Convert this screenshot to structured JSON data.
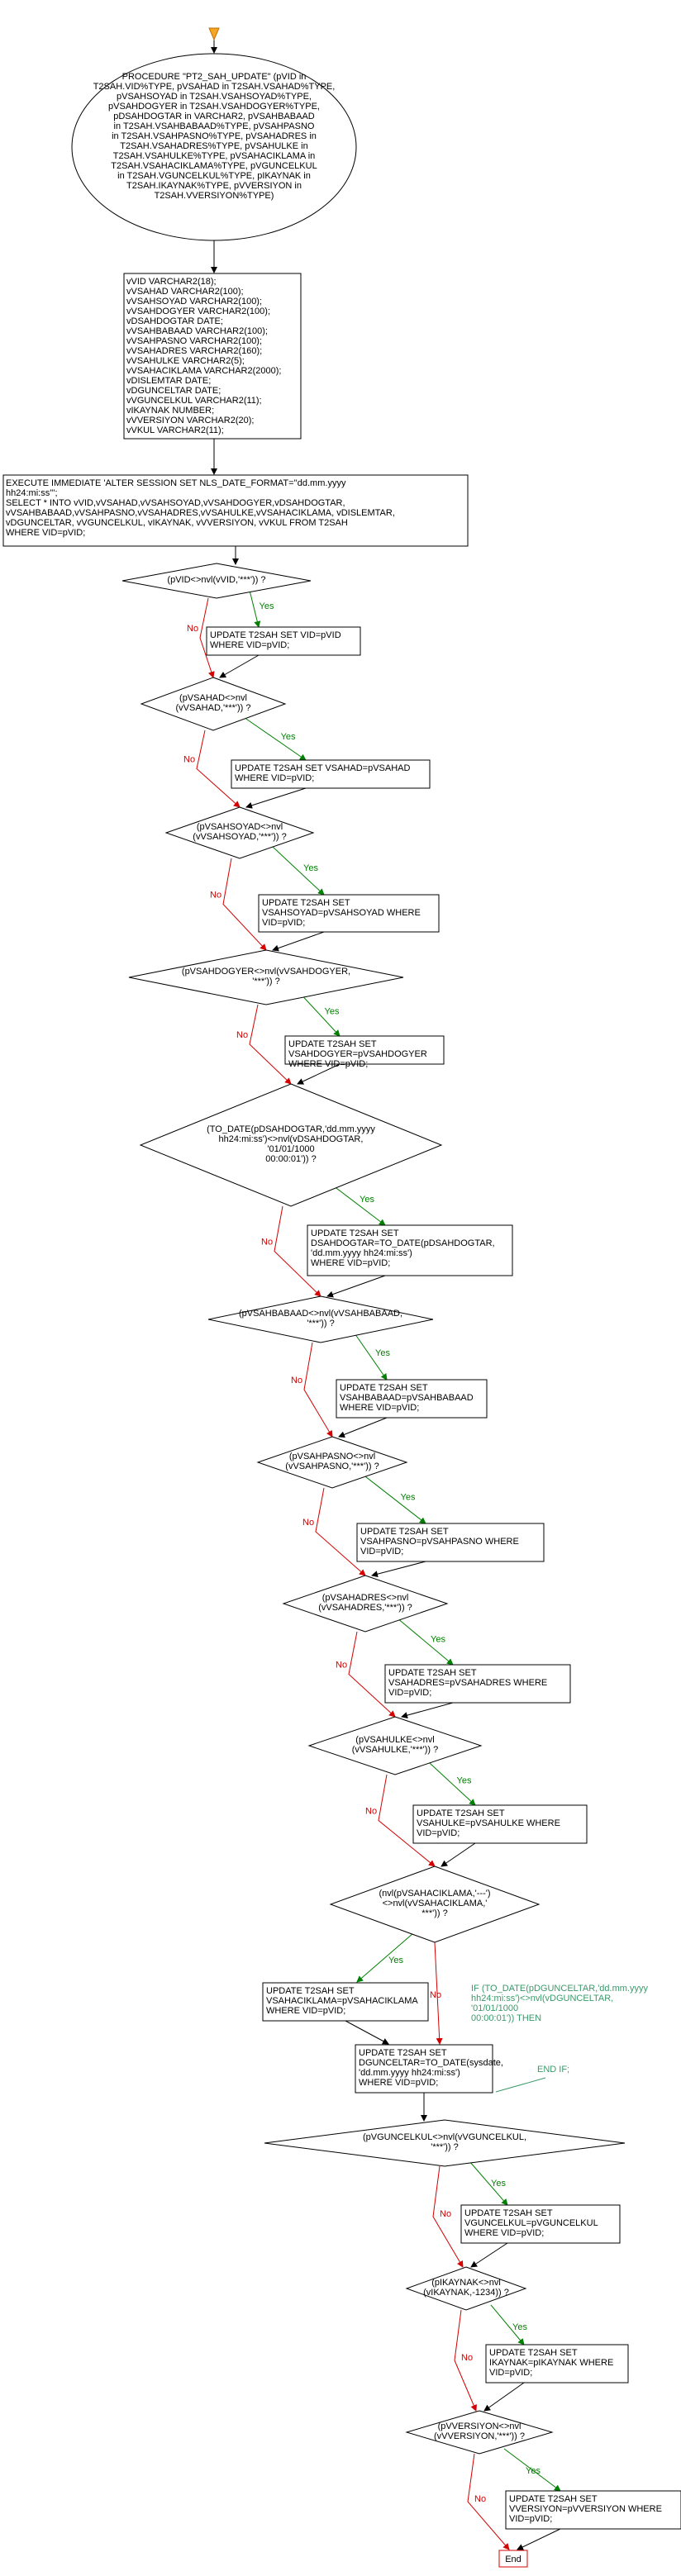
{
  "start": {
    "fill": "#f5a623"
  },
  "colors": {
    "yes": "#008000",
    "no": "#d40000",
    "note": "#3a9a6a",
    "end": "#d40000"
  },
  "labels": {
    "yes": "Yes",
    "no": "No"
  },
  "procedure": [
    "PROCEDURE  \"PT2_SAH_UPDATE\" (pVID in",
    "T2SAH.VID%TYPE, pVSAHAD in T2SAH.VSAHAD%TYPE,",
    "pVSAHSOYAD in T2SAH.VSAHSOYAD%TYPE,",
    "pVSAHDOGYER in T2SAH.VSAHDOGYER%TYPE,",
    "pDSAHDOGTAR in VARCHAR2, pVSAHBABAAD",
    "in T2SAH.VSAHBABAAD%TYPE, pVSAHPASNO",
    "in T2SAH.VSAHPASNO%TYPE, pVSAHADRES in",
    "T2SAH.VSAHADRES%TYPE, pVSAHULKE in",
    "T2SAH.VSAHULKE%TYPE, pVSAHACIKLAMA in",
    "T2SAH.VSAHACIKLAMA%TYPE, pVGUNCELKUL",
    "in T2SAH.VGUNCELKUL%TYPE, pIKAYNAK in",
    "T2SAH.IKAYNAK%TYPE, pVVERSIYON in",
    "T2SAH.VVERSIYON%TYPE)"
  ],
  "declarations": [
    "vVID  VARCHAR2(18);",
    "vVSAHAD  VARCHAR2(100);",
    "vVSAHSOYAD  VARCHAR2(100);",
    "vVSAHDOGYER  VARCHAR2(100);",
    "vDSAHDOGTAR  DATE;",
    "vVSAHBABAAD  VARCHAR2(100);",
    "vVSAHPASNO  VARCHAR2(100);",
    "vVSAHADRES  VARCHAR2(160);",
    "vVSAHULKE  VARCHAR2(5);",
    "vVSAHACIKLAMA VARCHAR2(2000);",
    "vDISLEMTAR DATE;",
    "vDGUNCELTAR DATE;",
    "vVGUNCELKUL VARCHAR2(11);",
    "vIKAYNAK NUMBER;",
    "vVVERSIYON VARCHAR2(20);",
    "vVKUL VARCHAR2(11);"
  ],
  "execute": [
    "EXECUTE IMMEDIATE 'ALTER SESSION SET NLS_DATE_FORMAT=''dd.mm.yyyy",
    "hh24:mi:ss''';",
    "SELECT * INTO vVID,vVSAHAD,vVSAHSOYAD,vVSAHDOGYER,vDSAHDOGTAR,",
    "vVSAHBABAAD,vVSAHPASNO,vVSAHADRES,vVSAHULKE,vVSAHACIKLAMA, vDISLEMTAR,",
    "vDGUNCELTAR, vVGUNCELKUL, vIKAYNAK, vVVERSIYON, vVKUL FROM T2SAH",
    "WHERE VID=pVID;"
  ],
  "decisions": [
    {
      "cond": [
        "(pVID<>nvl(vVID,'***')) ?"
      ],
      "update": [
        "UPDATE T2SAH SET VID=pVID",
        "WHERE VID=pVID;"
      ]
    },
    {
      "cond": [
        "(pVSAHAD<>nvl",
        "(vVSAHAD,'***')) ?"
      ],
      "update": [
        "UPDATE T2SAH SET VSAHAD=pVSAHAD",
        "WHERE VID=pVID;"
      ]
    },
    {
      "cond": [
        "(pVSAHSOYAD<>nvl",
        "(vVSAHSOYAD,'***')) ?"
      ],
      "update": [
        "UPDATE T2SAH SET",
        "VSAHSOYAD=pVSAHSOYAD  WHERE",
        "VID=pVID;"
      ]
    },
    {
      "cond": [
        "(pVSAHDOGYER<>nvl(vVSAHDOGYER,",
        "'***')) ?"
      ],
      "update": [
        "UPDATE T2SAH SET",
        "VSAHDOGYER=pVSAHDOGYER",
        "WHERE VID=pVID;"
      ]
    },
    {
      "cond": [
        "(TO_DATE(pDSAHDOGTAR,'dd.mm.yyyy",
        "hh24:mi:ss')<>nvl(vDSAHDOGTAR,",
        "'01/01/1000",
        "00:00:01')) ?"
      ],
      "update": [
        "UPDATE T2SAH SET",
        "DSAHDOGTAR=TO_DATE(pDSAHDOGTAR,",
        "'dd.mm.yyyy hh24:mi:ss')",
        "WHERE VID=pVID;"
      ]
    },
    {
      "cond": [
        "(pVSAHBABAAD<>nvl(vVSAHBABAAD,",
        "'***')) ?"
      ],
      "update": [
        "UPDATE T2SAH SET",
        "VSAHBABAAD=pVSAHBABAAD",
        "WHERE VID=pVID;"
      ]
    },
    {
      "cond": [
        "(pVSAHPASNO<>nvl",
        "(vVSAHPASNO,'***')) ?"
      ],
      "update": [
        "UPDATE T2SAH SET",
        "VSAHPASNO=pVSAHPASNO  WHERE",
        "VID=pVID;"
      ]
    },
    {
      "cond": [
        "(pVSAHADRES<>nvl",
        "(vVSAHADRES,'***')) ?"
      ],
      "update": [
        "UPDATE T2SAH SET",
        "VSAHADRES=pVSAHADRES  WHERE",
        "VID=pVID;"
      ]
    },
    {
      "cond": [
        "(pVSAHULKE<>nvl",
        "(vVSAHULKE,'***')) ?"
      ],
      "update": [
        "UPDATE T2SAH SET",
        "VSAHULKE=pVSAHULKE  WHERE",
        "VID=pVID;"
      ]
    },
    {
      "cond": [
        "(nvl(pVSAHACIKLAMA,'---')",
        "<>nvl(vVSAHACIKLAMA,'",
        "***')) ?"
      ],
      "update": [
        "UPDATE T2SAH SET",
        "VSAHACIKLAMA=pVSAHACIKLAMA",
        "WHERE VID=pVID;"
      ]
    },
    {
      "cond": [
        "(pVGUNCELKUL<>nvl(vVGUNCELKUL,",
        "'***')) ?"
      ],
      "update": [
        "UPDATE T2SAH SET",
        "VGUNCELKUL=pVGUNCELKUL",
        "WHERE VID=pVID;"
      ]
    },
    {
      "cond": [
        "(pIKAYNAK<>nvl",
        "(vIKAYNAK,-1234)) ?"
      ],
      "update": [
        "UPDATE T2SAH SET",
        "IKAYNAK=pIKAYNAK  WHERE",
        "VID=pVID;"
      ]
    },
    {
      "cond": [
        "(pVVERSIYON<>nvl",
        "(vVVERSIYON,'***')) ?"
      ],
      "update": [
        "UPDATE T2SAH SET",
        "VVERSIYON=pVVERSIYON  WHERE",
        "VID=pVID;"
      ]
    }
  ],
  "dguncel_update": [
    "UPDATE T2SAH SET",
    "DGUNCELTAR=TO_DATE(sysdate,",
    "'dd.mm.yyyy hh24:mi:ss')",
    "WHERE VID=pVID;"
  ],
  "note": [
    "IF (TO_DATE(pDGUNCELTAR,'dd.mm.yyyy",
    "hh24:mi:ss')<>nvl(vDGUNCELTAR,",
    "'01/01/1000",
    "00:00:01')) THEN"
  ],
  "note_end": "END IF;",
  "end_label": "End"
}
